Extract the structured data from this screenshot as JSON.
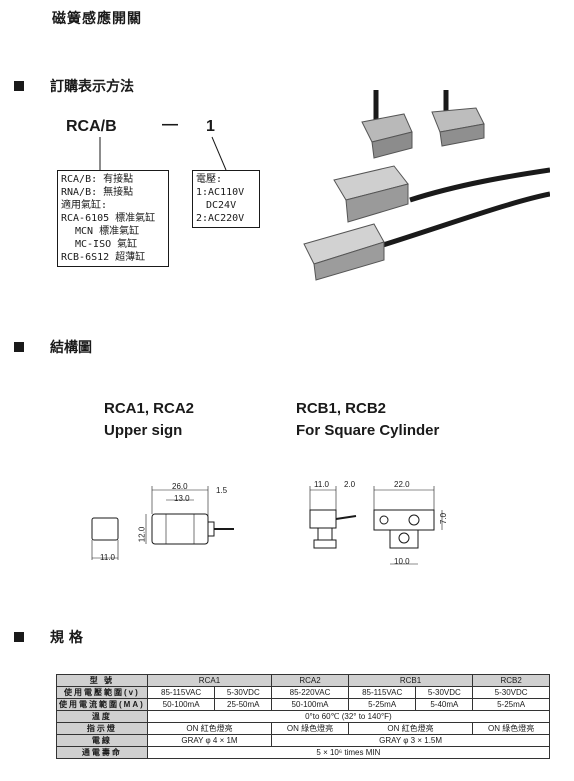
{
  "page_title": "磁簧感應開關",
  "sections": {
    "order": "訂購表示方法",
    "structure": "結構圖",
    "spec": "規  格"
  },
  "order_code": {
    "code": "RCA/B",
    "dash": "—",
    "suffix": "1",
    "left_box": [
      "RCA/B: 有接點",
      "RNA/B: 無接點",
      "適用氣缸:",
      "RCA-6105 標准氣缸",
      "  MCN 標准氣缸",
      "  MC-ISO 氣缸",
      "RCB-6S12 超薄缸"
    ],
    "right_box": [
      "電壓:",
      "1:AC110V",
      "  DC24V",
      "2:AC220V"
    ]
  },
  "structure": {
    "left_title_1": "RCA1, RCA2",
    "left_title_2": "Upper sign",
    "right_title_1": "RCB1, RCB2",
    "right_title_2": "For Square Cylinder",
    "rca_dims": {
      "d26": "26.0",
      "d13": "13.0",
      "d15": "1.5",
      "d12": "12.0",
      "d11": "11.0"
    },
    "rcb_dims": {
      "d11": "11.0",
      "d2": "2.0",
      "d22": "22.0",
      "d7": "7.0",
      "d10": "10.0"
    }
  },
  "spec_table": {
    "header": [
      "型  號",
      "RCA1",
      "RCA2",
      "RCB1",
      "RCB2"
    ],
    "rows": [
      {
        "label": "使用電壓範圍(v)",
        "cells": [
          "85-115VAC",
          "5-30VDC",
          "85-220VAC",
          "85-115VAC",
          "5-30VDC",
          "5-30VDC"
        ]
      },
      {
        "label": "使用電流範圍(MA)",
        "cells": [
          "50-100mA",
          "25-50mA",
          "50-100mA",
          "5-25mA",
          "5-40mA",
          "5-25mA"
        ]
      },
      {
        "label": "溫度",
        "text": "0°to 60℃ (32° to 140°F)"
      },
      {
        "label": "指示燈",
        "cells": [
          "ON 紅色燈亮",
          "ON 綠色燈亮",
          "ON 紅色燈亮",
          "ON 綠色燈亮"
        ]
      },
      {
        "label": "電線",
        "cells": [
          "GRAY φ 4 × 1M",
          "GRAY φ 3 × 1.5M"
        ]
      },
      {
        "label": "通電壽命",
        "text": "5 × 10⁶ times MIN"
      }
    ]
  }
}
